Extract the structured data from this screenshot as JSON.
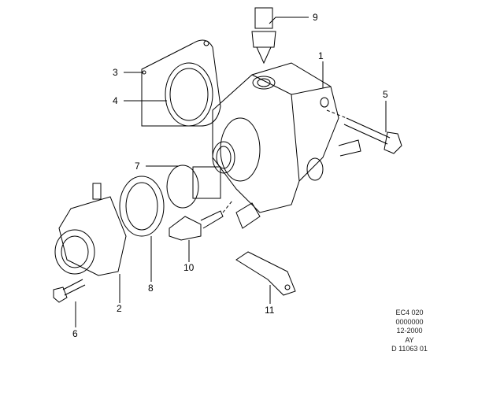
{
  "callouts": [
    "1",
    "2",
    "3",
    "4",
    "5",
    "6",
    "7",
    "8",
    "9",
    "10",
    "11"
  ],
  "reference_block": [
    "EC4 020",
    "0000000",
    "12-2000",
    "AY",
    "D 11063 01"
  ],
  "colors": {
    "line": "#000000",
    "background": "#ffffff"
  }
}
